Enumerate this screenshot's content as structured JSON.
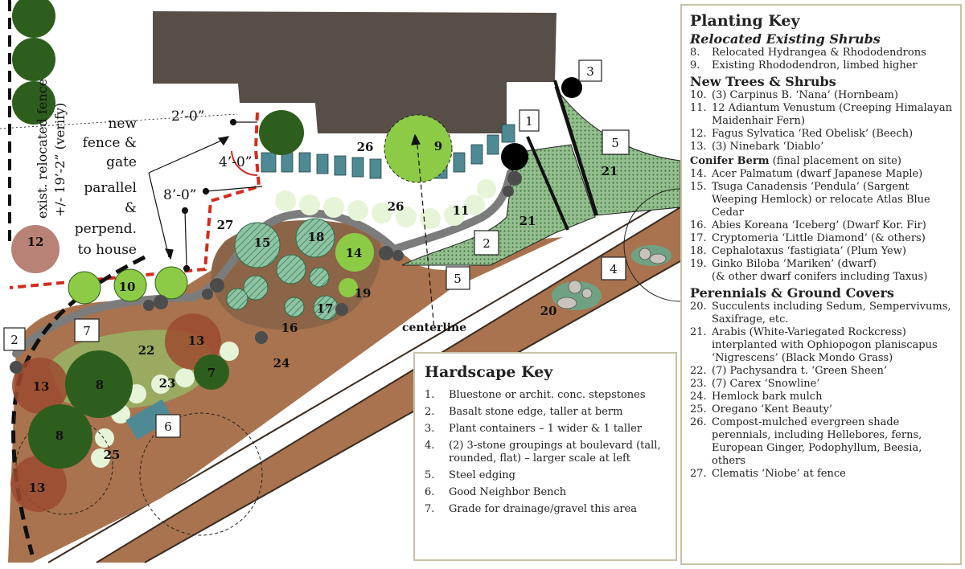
{
  "planting_key": {
    "title": "Planting Key",
    "sections": [
      {
        "heading": "Relocated Existing Shrubs",
        "italic": true,
        "items": [
          {
            "num": "8.",
            "text": "Relocated Hydrangea  & Rhododendrons"
          },
          {
            "num": "9.",
            "text": "Existing Rhododendron, limbed higher"
          }
        ]
      },
      {
        "heading": "New Trees & Shrubs",
        "italic": false,
        "items": [
          {
            "num": "10.",
            "text": "(3) Carpinus B. ‘Nana’ (Hornbeam)"
          },
          {
            "num": "11.",
            "text": "12 Adiantum Venustum (Creeping Himalayan Maidenhair Fern)"
          },
          {
            "num": "12.",
            "text": "Fagus  Sylvatica ‘Red Obelisk’ (Beech)"
          },
          {
            "num": "13.",
            "text": "(3) Ninebark ‘Diablo’"
          }
        ]
      }
    ],
    "conifer_heading": "Conifer Berm",
    "conifer_note": "(final placement on site)",
    "conifer_items": [
      {
        "num": "14.",
        "text": "Acer Palmatum (dwarf Japanese Maple)"
      },
      {
        "num": "15.",
        "text": "Tsuga Canadensis ‘Pendula’ (Sargent Weeping Hemlock) or relocate Atlas Blue Cedar"
      },
      {
        "num": "16.",
        "text": "Abies Koreana ‘Iceberg’ (Dwarf Kor. Fir)"
      },
      {
        "num": "17.",
        "text": "Cryptomeria ‘Little Diamond’ (& others)"
      },
      {
        "num": "18.",
        "text": "Cephalotaxus ‘fastigiata’ (Plum Yew)"
      },
      {
        "num": "19.",
        "text": "Ginko Biloba ‘Mariken’ (dwarf)"
      },
      {
        "num": "",
        "text": "(& other dwarf conifers including Taxus)"
      }
    ],
    "perennials_heading": "Perennials & Ground Covers",
    "perennial_items": [
      {
        "num": "20.",
        "text": "Succulents including Sedum, Sempervivums, Saxifrage, etc."
      },
      {
        "num": "21.",
        "text": "Arabis (White-Variegated Rockcress) interplanted with Ophiopogon planiscapus ‘Nigrescens’ (Black Mondo Grass)"
      },
      {
        "num": "22.",
        "text": "(7) Pachysandra t. ‘Green Sheen’"
      },
      {
        "num": "23.",
        "text": "(7) Carex ‘Snowline’"
      },
      {
        "num": "24.",
        "text": "Hemlock bark mulch"
      },
      {
        "num": "25.",
        "text": "Oregano ‘Kent Beauty’"
      },
      {
        "num": "26.",
        "text": "Compost-mulched evergreen shade perennials, including Hellebores, ferns, European Ginger, Podophyllum, Beesia, others"
      },
      {
        "num": "27.",
        "text": "Clematis ‘Niobe’ at fence"
      }
    ]
  },
  "hardscape_key": {
    "title": "Hardscape Key",
    "items": [
      {
        "num": "1.",
        "text": "Bluestone or archit. conc. stepstones"
      },
      {
        "num": "2.",
        "text": "Basalt stone edge, taller at berm"
      },
      {
        "num": "3.",
        "text": "Plant containers – 1 wider & 1 taller"
      },
      {
        "num": "4.",
        "text": "(2) 3-stone groupings at boulevard (tall, rounded, flat) – larger scale at left"
      },
      {
        "num": "5.",
        "text": "Steel edging"
      },
      {
        "num": "6.",
        "text": "Good Neighbor Bench"
      },
      {
        "num": "7.",
        "text": "Grade for drainage/gravel this area"
      }
    ]
  },
  "plan": {
    "fence_note": "exist. relocated fence",
    "fence_dim": "+/- 19’-2” (verify)",
    "new_fence_note": [
      "new",
      "fence &",
      "gate",
      "parallel",
      "&",
      "perpend.",
      "to house"
    ],
    "dim_2ft": "2’-0”",
    "dim_4ft": "4’-0”",
    "dim_8ft": "8’-0”",
    "centerline": "centerline",
    "plant_numbers": {
      "p8a": "8",
      "p8b": "8",
      "p9": "9",
      "p10a": "10",
      "p12": "12",
      "p13a": "13",
      "p13b": "13",
      "p13c": "13",
      "p14": "14",
      "p15": "15",
      "p16": "16",
      "p17": "17",
      "p18": "18",
      "p19": "19",
      "p20": "20",
      "p21a": "21",
      "p21b": "21",
      "p22": "22",
      "p23": "23",
      "p24": "24",
      "p25": "25",
      "p26a": "26",
      "p26b": "26",
      "p27": "27",
      "p7": "7",
      "p11": "11"
    },
    "hardscape_tags": {
      "h1": "1",
      "h2a": "2",
      "h2b": "2",
      "h3": "3",
      "h4": "4",
      "h5a": "5",
      "h5b": "5",
      "h6": "6",
      "h7": "7"
    }
  },
  "colors": {
    "house": "#574e47",
    "bark_mulch": "#a9734f",
    "berm": "#8c6548",
    "path_gray": "#7c7c7c",
    "sidewalk": "#ffffff",
    "street_strip": "#a9734f",
    "pachysandra": "#9aab61",
    "groundcover_dots": "#7daa7a",
    "dark_green": "#2e5e1d",
    "light_green": "#8dcb46",
    "hemlock_teal": "#80b799",
    "ninebark": "#9c4a2f",
    "beech": "#b88276",
    "pale_green": "#e6f4d8",
    "stepstone": "#4f8a94",
    "fence_red": "#d52b1e"
  }
}
